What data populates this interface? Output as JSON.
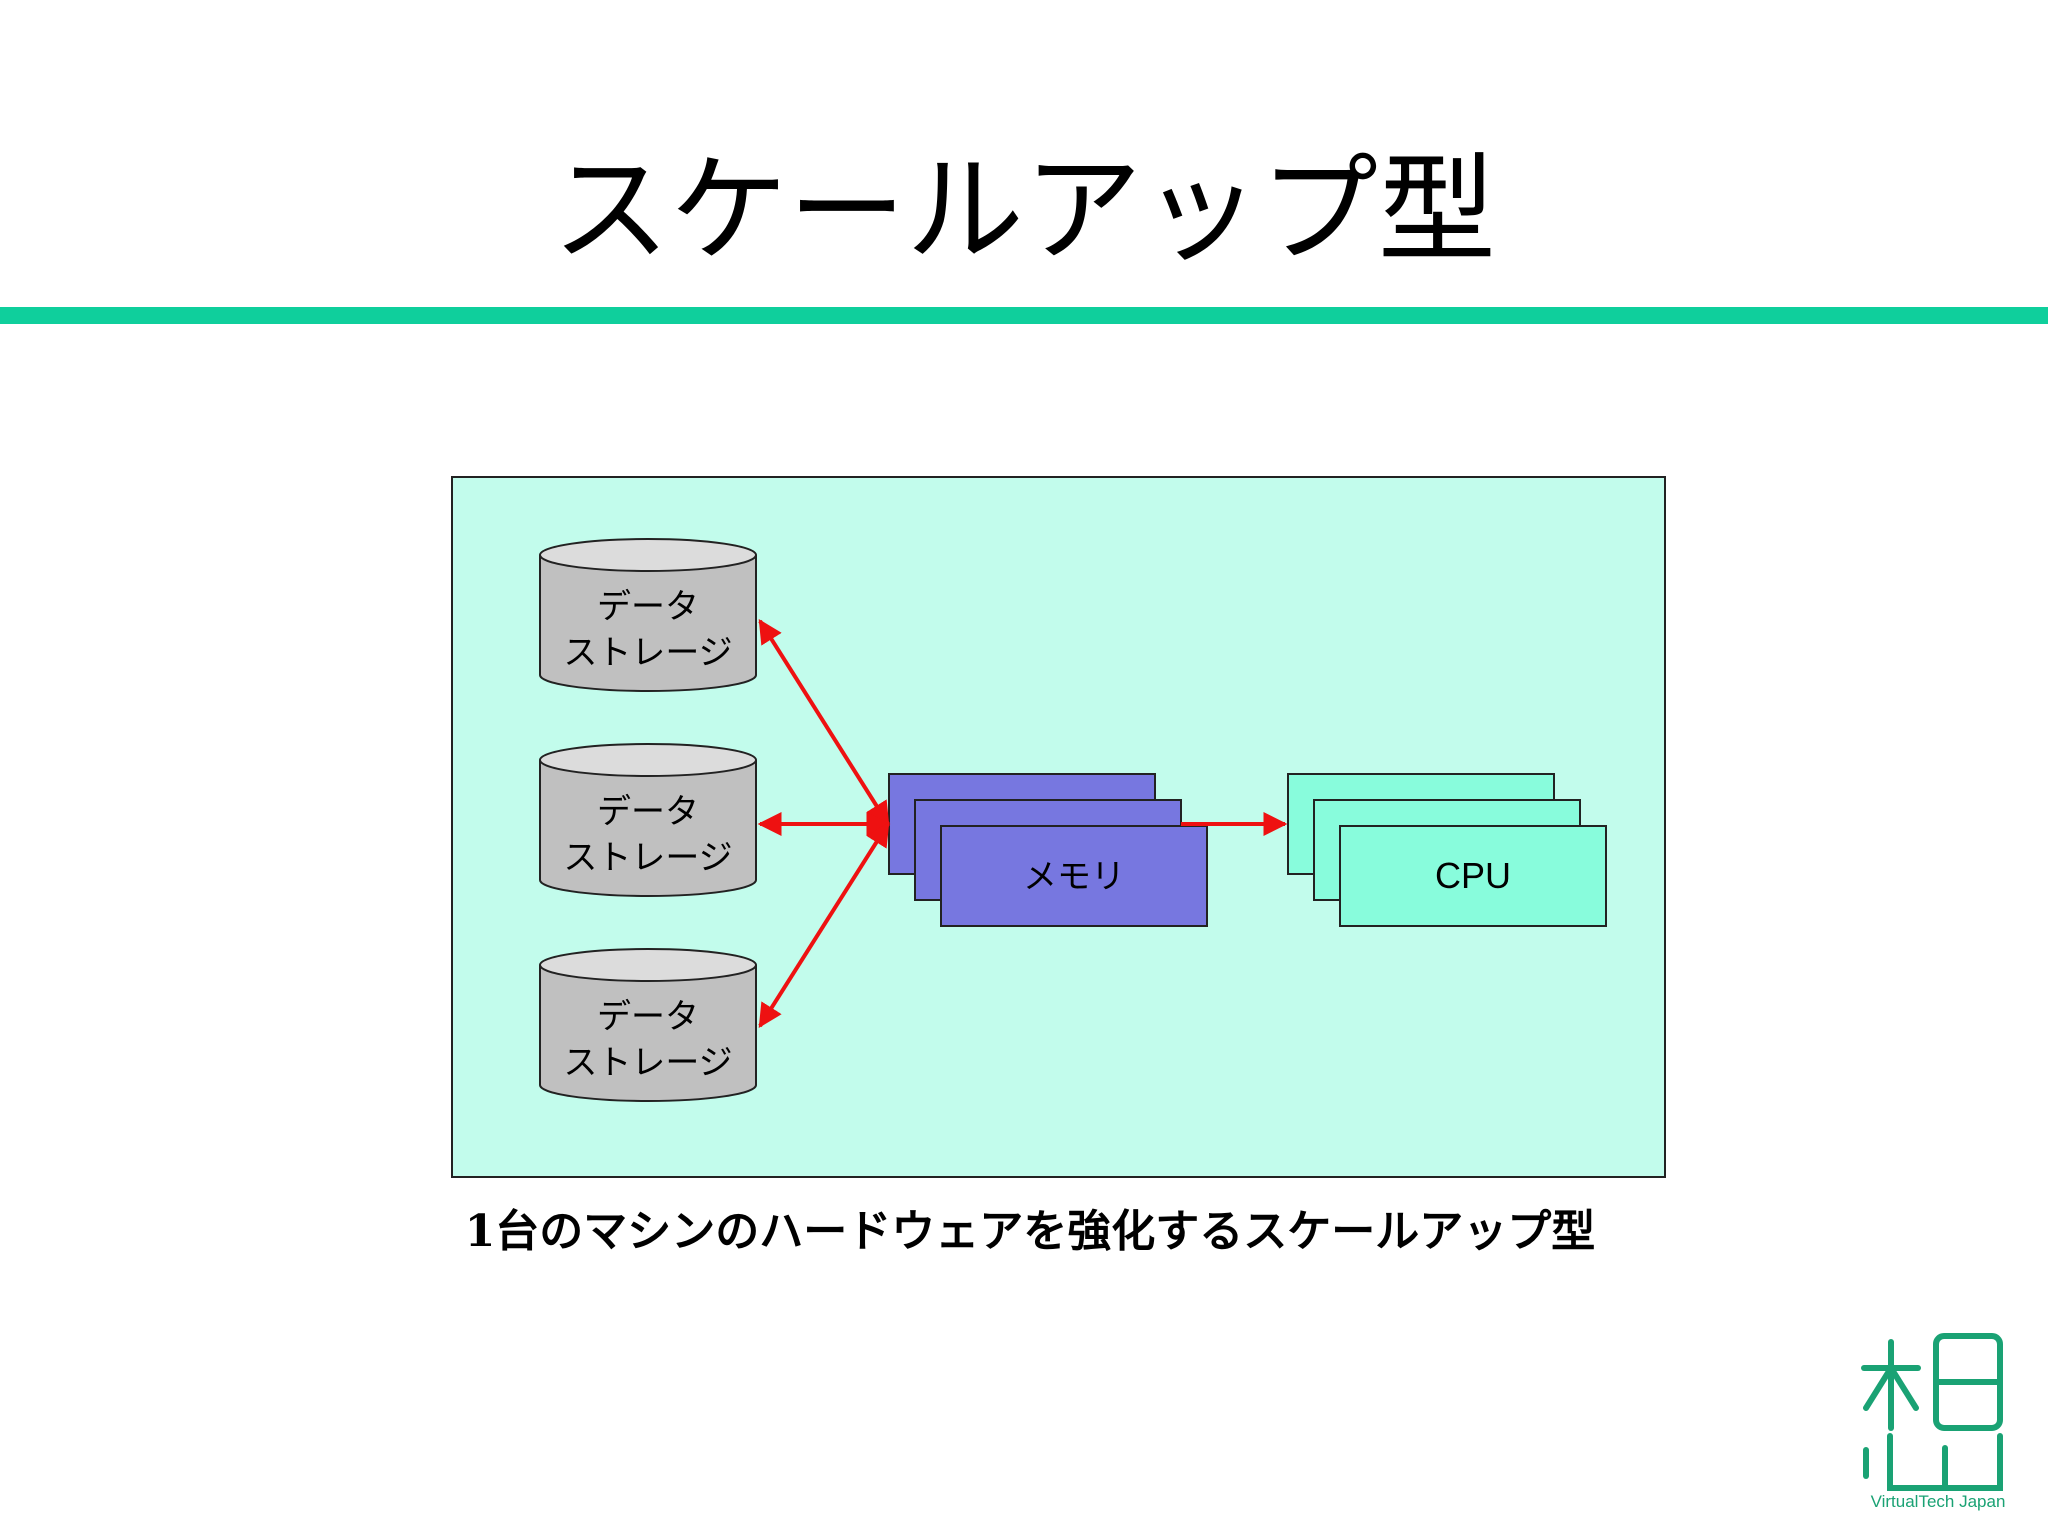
{
  "slide": {
    "title": "スケールアップ型",
    "caption": "1台のマシンのハードウェアを強化するスケールアップ型"
  },
  "diagram": {
    "storage_label_line1": "データ",
    "storage_label_line2": "ストレージ",
    "memory_label": "メモリ",
    "cpu_label": "CPU"
  },
  "logo": {
    "text": "VirtualTech Japan"
  },
  "colors": {
    "accent_rule": "#0fcf9c",
    "container_fill": "#c2fcec",
    "storage_fill": "#c0c0c0",
    "storage_top": "#dcdcdc",
    "memory_fill": "#7777e0",
    "cpu_fill": "#88fcdc",
    "arrow": "#ee1111"
  }
}
